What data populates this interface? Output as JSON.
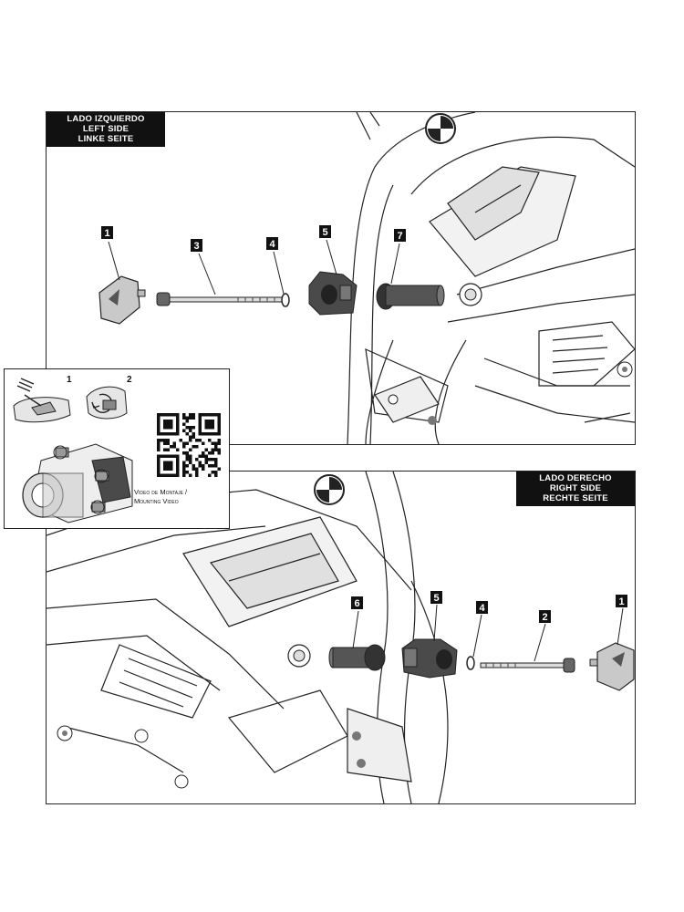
{
  "left_panel": {
    "label_lines": [
      "LADO IZQUIERDO",
      "LEFT SIDE",
      "LINKE SEITE"
    ],
    "callouts": [
      "1",
      "3",
      "4",
      "5",
      "7"
    ]
  },
  "right_panel": {
    "label_lines": [
      "LADO DERECHO",
      "RIGHT SIDE",
      "RECHTE SEITE"
    ],
    "callouts": [
      "6",
      "5",
      "4",
      "2",
      "1"
    ]
  },
  "inset": {
    "steps": [
      "1",
      "2"
    ],
    "qr_caption_lines": [
      "Video de Montaje /",
      "Mounting Video"
    ]
  },
  "colors": {
    "line": "#222222",
    "part_dark": "#3a3a3a",
    "part_light": "#c9c9c9",
    "tag_bg": "#111111"
  }
}
